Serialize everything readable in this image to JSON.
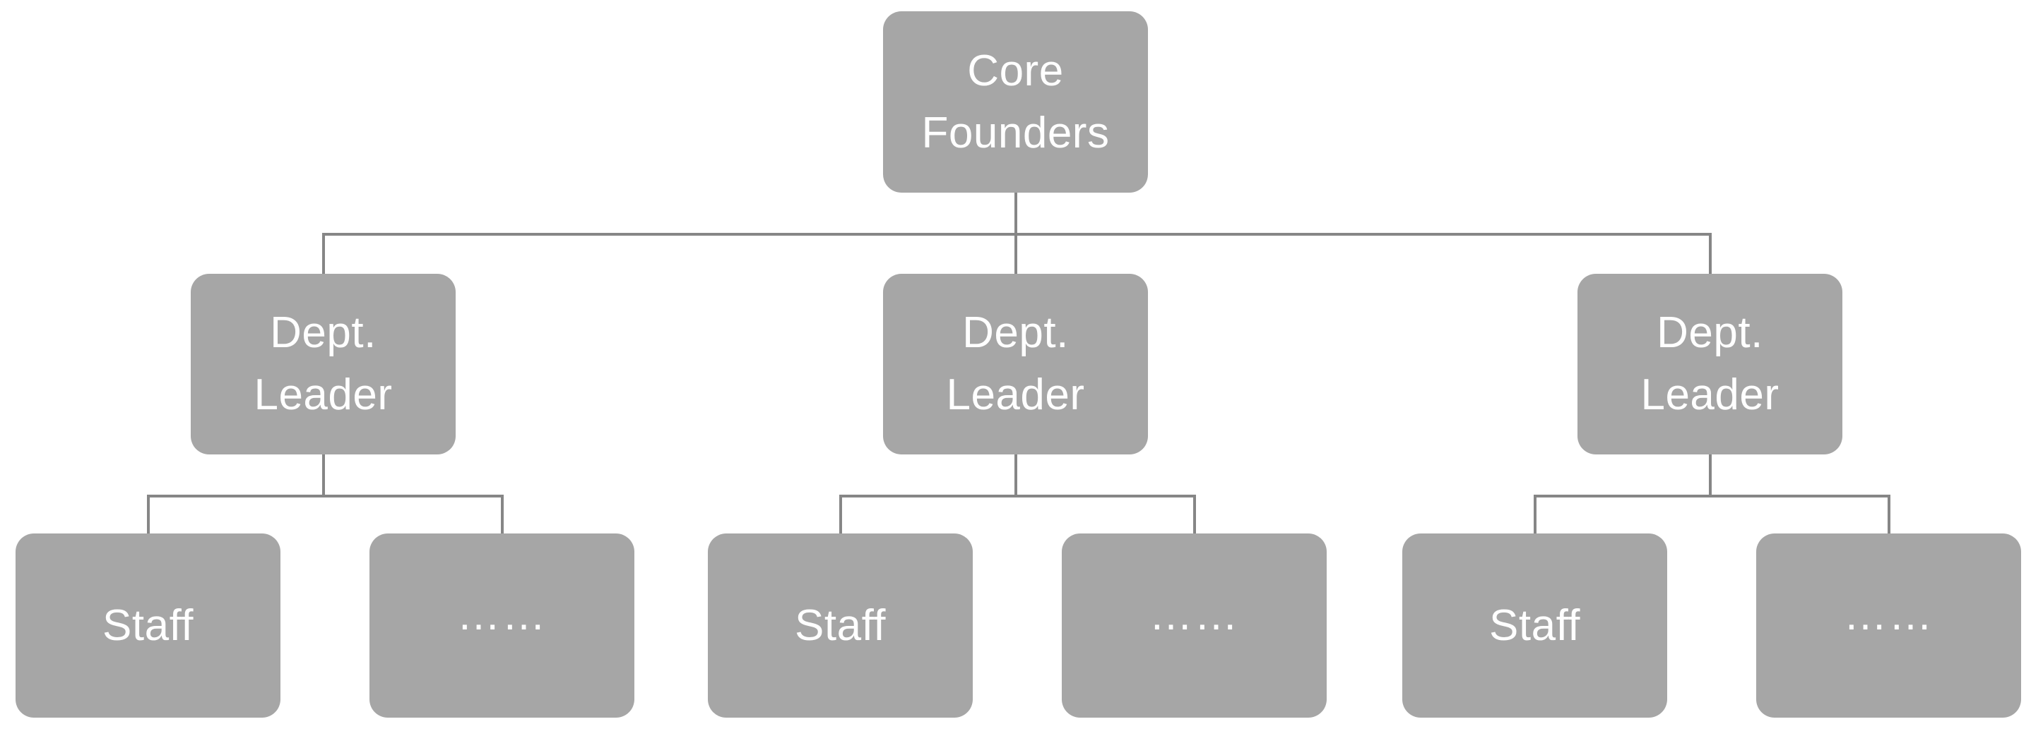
{
  "colors": {
    "background": "#ffffff",
    "node_fill": "#a6a6a6",
    "node_text": "#ffffff",
    "connector": "#868686"
  },
  "org_chart": {
    "root": {
      "lines": [
        "Core",
        "Founders"
      ]
    },
    "departments": [
      {
        "leader_lines": [
          "Dept.",
          "Leader"
        ],
        "members": [
          "Staff",
          "……"
        ]
      },
      {
        "leader_lines": [
          "Dept.",
          "Leader"
        ],
        "members": [
          "Staff",
          "……"
        ]
      },
      {
        "leader_lines": [
          "Dept.",
          "Leader"
        ],
        "members": [
          "Staff",
          "……"
        ]
      }
    ]
  }
}
